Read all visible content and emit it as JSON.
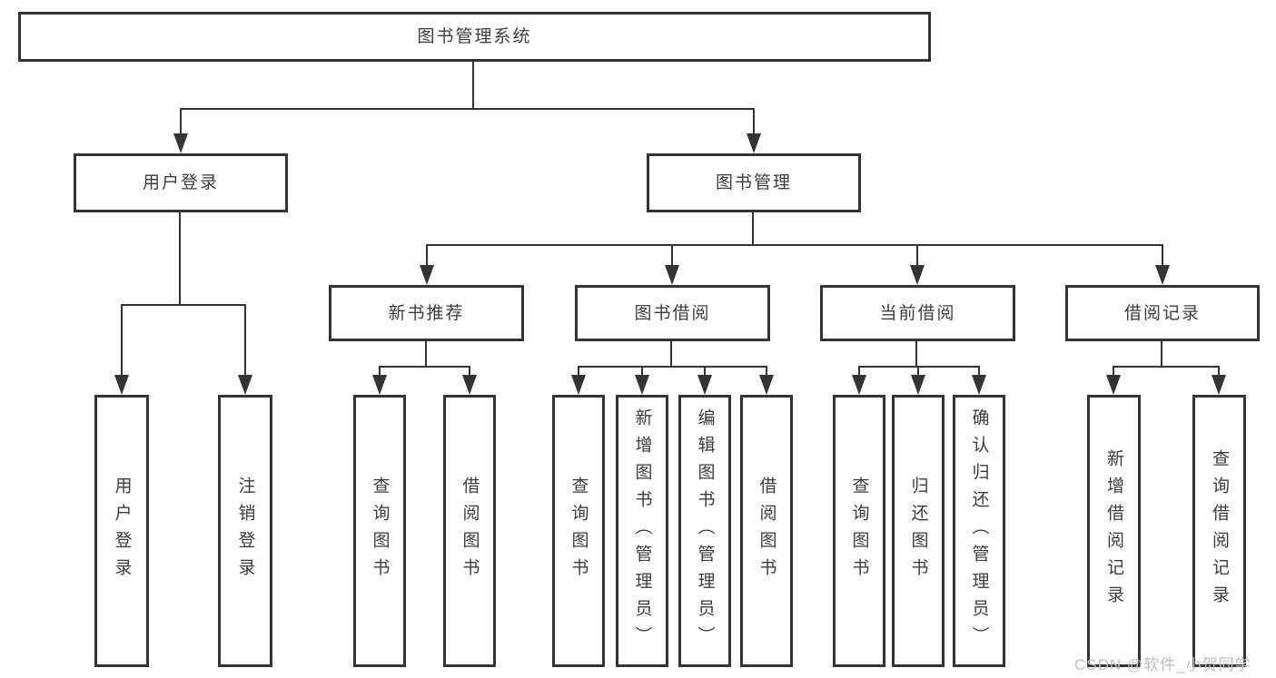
{
  "diagram": {
    "type": "hierarchy-tree",
    "tree": {
      "label": "图书管理系统",
      "children": [
        {
          "label": "用户登录",
          "children": [
            {
              "label": "用户登录"
            },
            {
              "label": "注销登录"
            }
          ]
        },
        {
          "label": "图书管理",
          "children": [
            {
              "label": "新书推荐",
              "children": [
                {
                  "label": "查询图书"
                },
                {
                  "label": "借阅图书"
                }
              ]
            },
            {
              "label": "图书借阅",
              "children": [
                {
                  "label": "查询图书"
                },
                {
                  "label": "新增图书（管理员）"
                },
                {
                  "label": "编辑图书（管理员）"
                },
                {
                  "label": "借阅图书"
                }
              ]
            },
            {
              "label": "当前借阅",
              "children": [
                {
                  "label": "查询图书"
                },
                {
                  "label": "归还图书"
                },
                {
                  "label": "确认归还（管理员）"
                }
              ]
            },
            {
              "label": "借阅记录",
              "children": [
                {
                  "label": "新增借阅记录"
                },
                {
                  "label": "查询借阅记录"
                }
              ]
            }
          ]
        }
      ]
    }
  },
  "watermark": {
    "text": "CSDN @软件_小贺同学"
  },
  "colors": {
    "line": "#343434",
    "text": "#3d3d3d",
    "watermark": "#bfbfbf",
    "background": "#ffffff"
  }
}
